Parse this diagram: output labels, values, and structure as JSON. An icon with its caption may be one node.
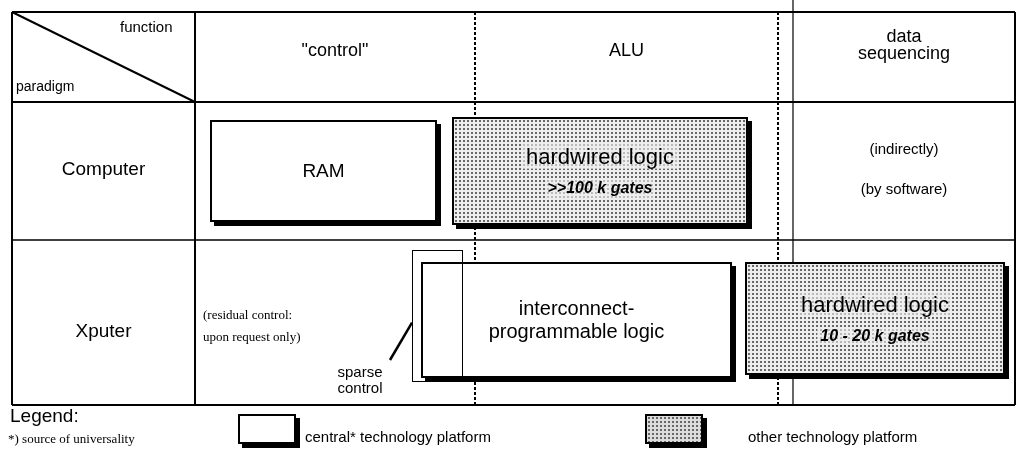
{
  "diagram": {
    "nodes": [
      {
        "text": [
          "RAM"
        ]
      },
      {
        "text": [
          "hardwired logic",
          ">>100 k gates"
        ]
      },
      {
        "text": [],
        "shape": "box"
      },
      {
        "text": [
          "interconnect-programmable logic"
        ]
      },
      {
        "text": [
          "hardwired logic",
          "10 - 20 k gates"
        ]
      },
      {
        "text": [
          "sparse control"
        ]
      }
    ],
    "edges": [
      {
        "from": 5,
        "to": 2,
        "arrow": "none"
      }
    ],
    "labels": [
      "function",
      "paradigm",
      "\"control\"",
      "ALU",
      "data sequencing",
      "Computer",
      "(indirectly)",
      "(by software)",
      "Xputer",
      "(residual control: upon request only)",
      "Legend:",
      "*) source of universality"
    ],
    "legend": [
      {
        "text": "central* technology platform",
        "color": "#ffffff"
      },
      {
        "text": "other technology platform",
        "color": "#dcdcdc"
      }
    ]
  }
}
